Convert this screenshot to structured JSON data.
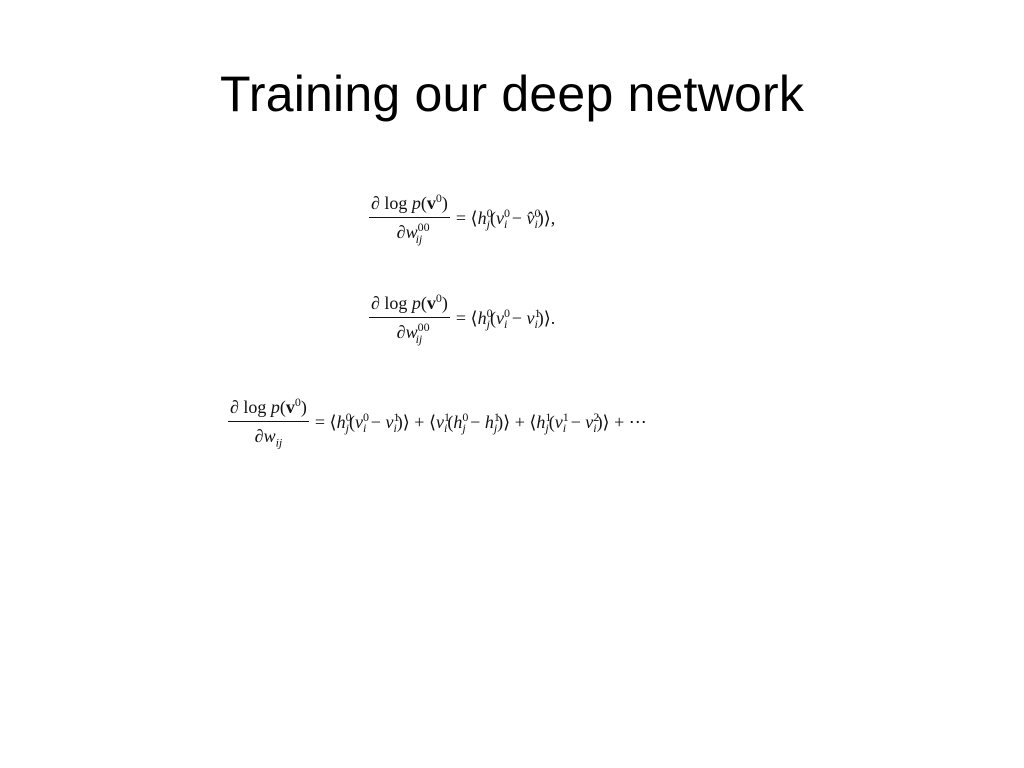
{
  "slide": {
    "title": "Training our deep network"
  },
  "equations": [
    {
      "id": "eq1",
      "numerator": "∂ log p(v⁰)",
      "denominator": "∂w_ij^00",
      "rhs": "= ⟨h_j^0 (v_i^0 − v̂_i^0)⟩,"
    },
    {
      "id": "eq2",
      "numerator": "∂ log p(v⁰)",
      "denominator": "∂w_ij^00",
      "rhs": "= ⟨h_j^0 (v_i^0 − v_i^1)⟩."
    },
    {
      "id": "eq3",
      "numerator": "∂ log p(v⁰)",
      "denominator": "∂w_ij",
      "rhs": "= ⟨h_j^0 (v_i^0 − v_i^1)⟩ + ⟨v_i^1 (h_j^0 − h_j^1)⟩ + ⟨h_j^1 (v_i^1 − v_i^2)⟩ + ⋯"
    }
  ]
}
